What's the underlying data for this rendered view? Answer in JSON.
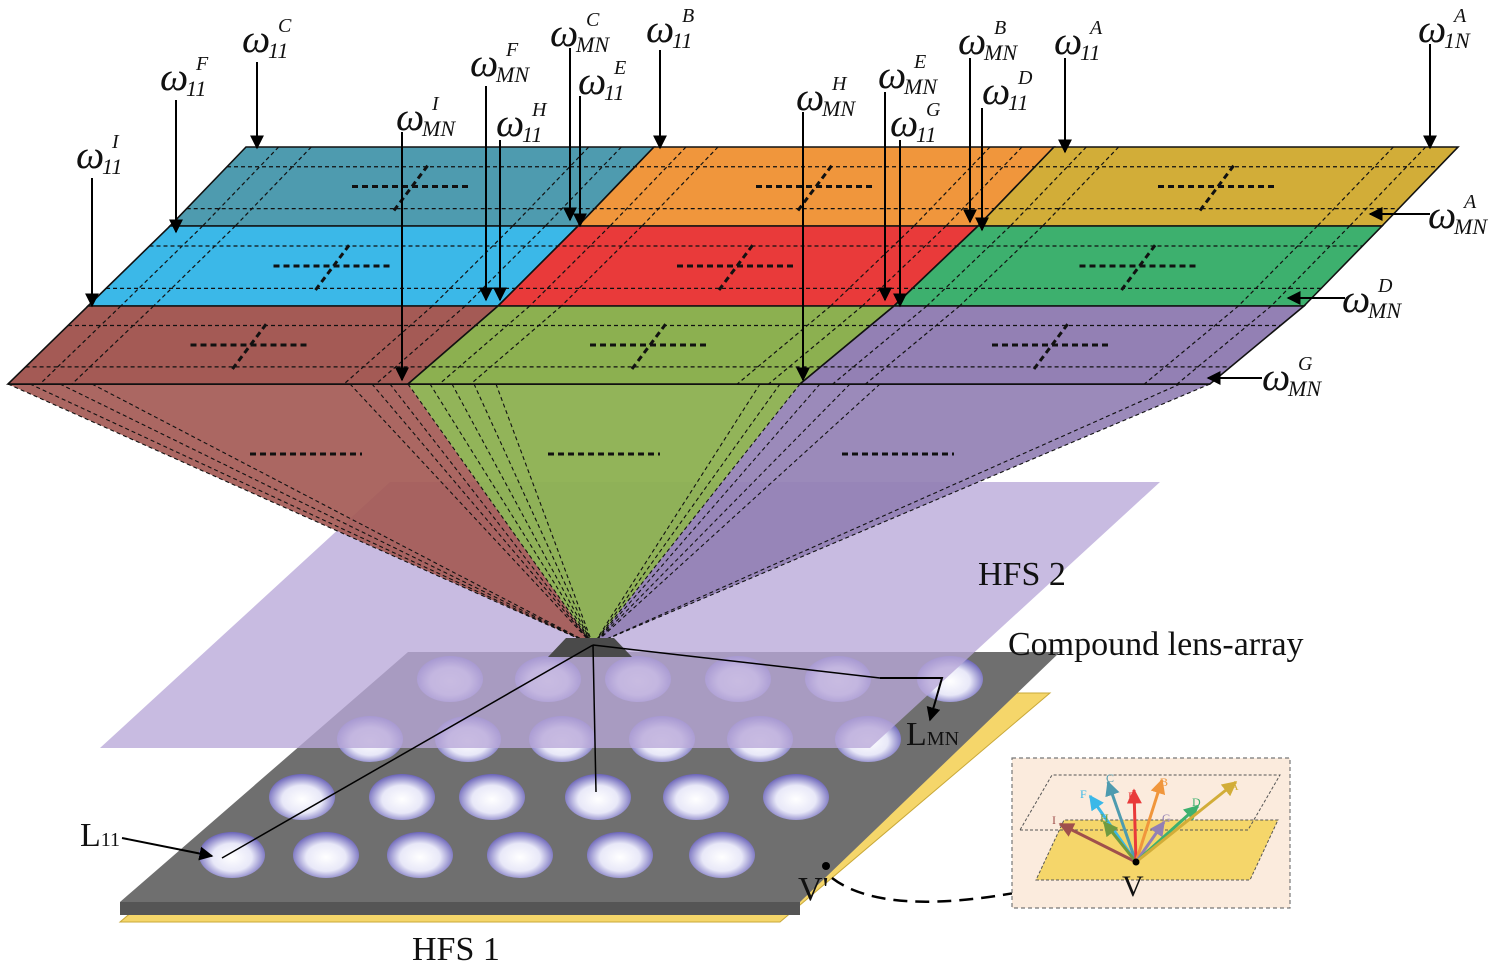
{
  "labels": {
    "hfs2": "HFS 2",
    "hfs1": "HFS 1",
    "compound_lens_array": "Compound lens-array",
    "l11_main": "L",
    "l11_sub": "11",
    "lmn_main": "L",
    "lmn_sub": "MN",
    "v": "V",
    "v_prime": "V'"
  },
  "weights": {
    "symbol": "ω",
    "top": [
      {
        "id": "w11I",
        "sub": "11",
        "sup": "I"
      },
      {
        "id": "w11F",
        "sub": "11",
        "sup": "F"
      },
      {
        "id": "w11C",
        "sub": "11",
        "sup": "C"
      },
      {
        "id": "wMNI",
        "sub": "MN",
        "sup": "I"
      },
      {
        "id": "wMNF",
        "sub": "MN",
        "sup": "F"
      },
      {
        "id": "w11H",
        "sub": "11",
        "sup": "H"
      },
      {
        "id": "wMNC",
        "sub": "MN",
        "sup": "C"
      },
      {
        "id": "w11E",
        "sub": "11",
        "sup": "E"
      },
      {
        "id": "w11B",
        "sub": "11",
        "sup": "B"
      },
      {
        "id": "wMNH",
        "sub": "MN",
        "sup": "H"
      },
      {
        "id": "wMNE",
        "sub": "MN",
        "sup": "E"
      },
      {
        "id": "w11G",
        "sub": "11",
        "sup": "G"
      },
      {
        "id": "wMNB",
        "sub": "MN",
        "sup": "B"
      },
      {
        "id": "w11D",
        "sub": "11",
        "sup": "D"
      },
      {
        "id": "w11A",
        "sub": "11",
        "sup": "A"
      },
      {
        "id": "w1NA",
        "sub": "1N",
        "sup": "A"
      }
    ],
    "side": [
      {
        "id": "wMNA",
        "sub": "MN",
        "sup": "A"
      },
      {
        "id": "wMNA2",
        "sub": "MN",
        "sup": "D"
      },
      {
        "id": "wMNG",
        "sub": "MN",
        "sup": "G"
      }
    ]
  },
  "panels": [
    {
      "id": "C",
      "color": "#4E9BAF"
    },
    {
      "id": "B",
      "color": "#F0963C"
    },
    {
      "id": "A",
      "color": "#D2AD38"
    },
    {
      "id": "F",
      "color": "#3BB8E8"
    },
    {
      "id": "E",
      "color": "#E93A3A"
    },
    {
      "id": "D",
      "color": "#3DB06E"
    },
    {
      "id": "I",
      "color": "#A45A55"
    },
    {
      "id": "H",
      "color": "#8CB050"
    },
    {
      "id": "G",
      "color": "#9380B4"
    }
  ],
  "inset": {
    "arrows": [
      {
        "label": "I",
        "color": "#A0504C"
      },
      {
        "label": "F",
        "color": "#3BB8E8"
      },
      {
        "label": "C",
        "color": "#4E9BAF"
      },
      {
        "label": "H",
        "color": "#6F9A40"
      },
      {
        "label": "E",
        "color": "#E93A3A"
      },
      {
        "label": "B",
        "color": "#F0963C"
      },
      {
        "label": "G",
        "color": "#9380B4"
      },
      {
        "label": "D",
        "color": "#3DB06E"
      },
      {
        "label": "A",
        "color": "#D2AD38"
      }
    ]
  }
}
